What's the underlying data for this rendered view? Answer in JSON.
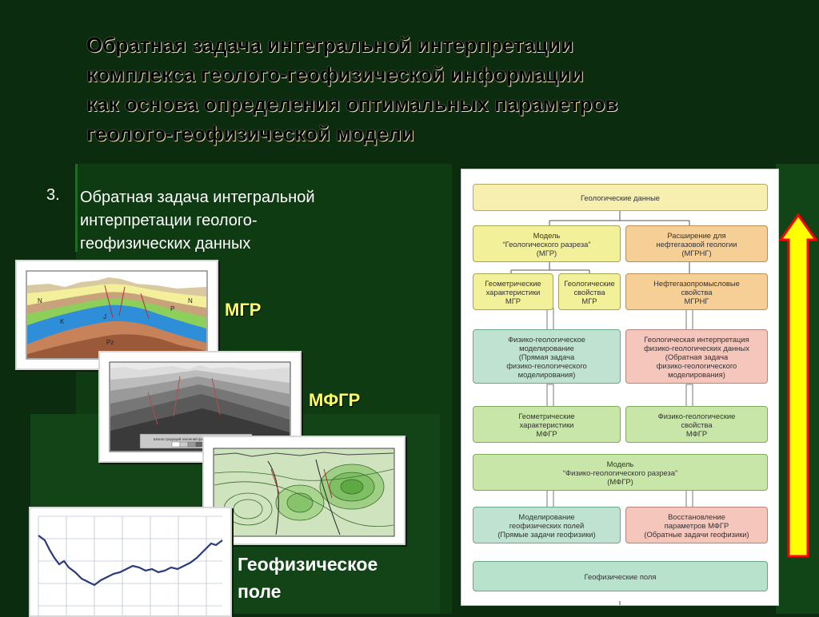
{
  "slide": {
    "title_lines": [
      "Обратная задача интегральной интерпретации",
      "комплекса геолого-геофизической информации",
      "как основа определения оптимальных параметров",
      "геолого-геофизической модели"
    ],
    "item_number": "3.",
    "item_lines": [
      "Обратная задача интегральной",
      "интерпретации геолого-",
      "геофизических данных"
    ]
  },
  "images": {
    "mgr_label": "МГР",
    "mfgr_label": "МФГР",
    "field_label_lines": [
      "Геофизическое",
      "поле"
    ],
    "section_labels": [
      "N",
      "N",
      "P",
      "K",
      "J",
      "Pz"
    ],
    "scale_caption": "Шкала градаций значений физического параметра"
  },
  "scheme": {
    "geo_data": [
      "Геологические данные"
    ],
    "model_mgr": [
      "Модель",
      "“Геологического разреза”",
      "(МГР)"
    ],
    "ext_mgrng": [
      "Расширение для",
      "нефтегазовой геологии",
      "(МГРНГ)"
    ],
    "geom_mgr": [
      "Геометрические",
      "характеристики",
      "МГР"
    ],
    "geol_props": [
      "Геологические",
      "свойства",
      "МГР"
    ],
    "oil_props": [
      "Нефтегазопромысловые",
      "свойства",
      "МГРНГ"
    ],
    "phys_geo_model": [
      "Физико-геологическое",
      "моделирование",
      "(Прямая задача",
      "физико-геологического",
      "моделирования)"
    ],
    "geol_interp": [
      "Геологическая интерпретация",
      "физико-геологических данных",
      "(Обратная задача",
      "физико-геологического",
      "моделирования)"
    ],
    "geom_mfgr": [
      "Геометрические",
      "характеристики",
      "МФГР"
    ],
    "phys_props_mfgr": [
      "Физико-геологические",
      "свойства",
      "МФГР"
    ],
    "model_mfgr": [
      "Модель",
      "“Физико-геологического разреза”",
      "(МФГР)"
    ],
    "field_model": [
      "Моделирование",
      "геофизических полей",
      "(Прямые задачи геофизики)"
    ],
    "restore": [
      "Восстановление",
      "параметров МФГР",
      "(Обратные задачи геофизики)"
    ],
    "geo_fields": [
      "Геофизические поля"
    ]
  },
  "colors": {
    "background": "#0c2c10",
    "title_text": "#000000",
    "label_yellow": "#ffff66",
    "arrow_fill": "#ffff00",
    "arrow_stroke": "#ff0000"
  },
  "icons": {
    "big_arrow": "up-arrow-icon"
  }
}
